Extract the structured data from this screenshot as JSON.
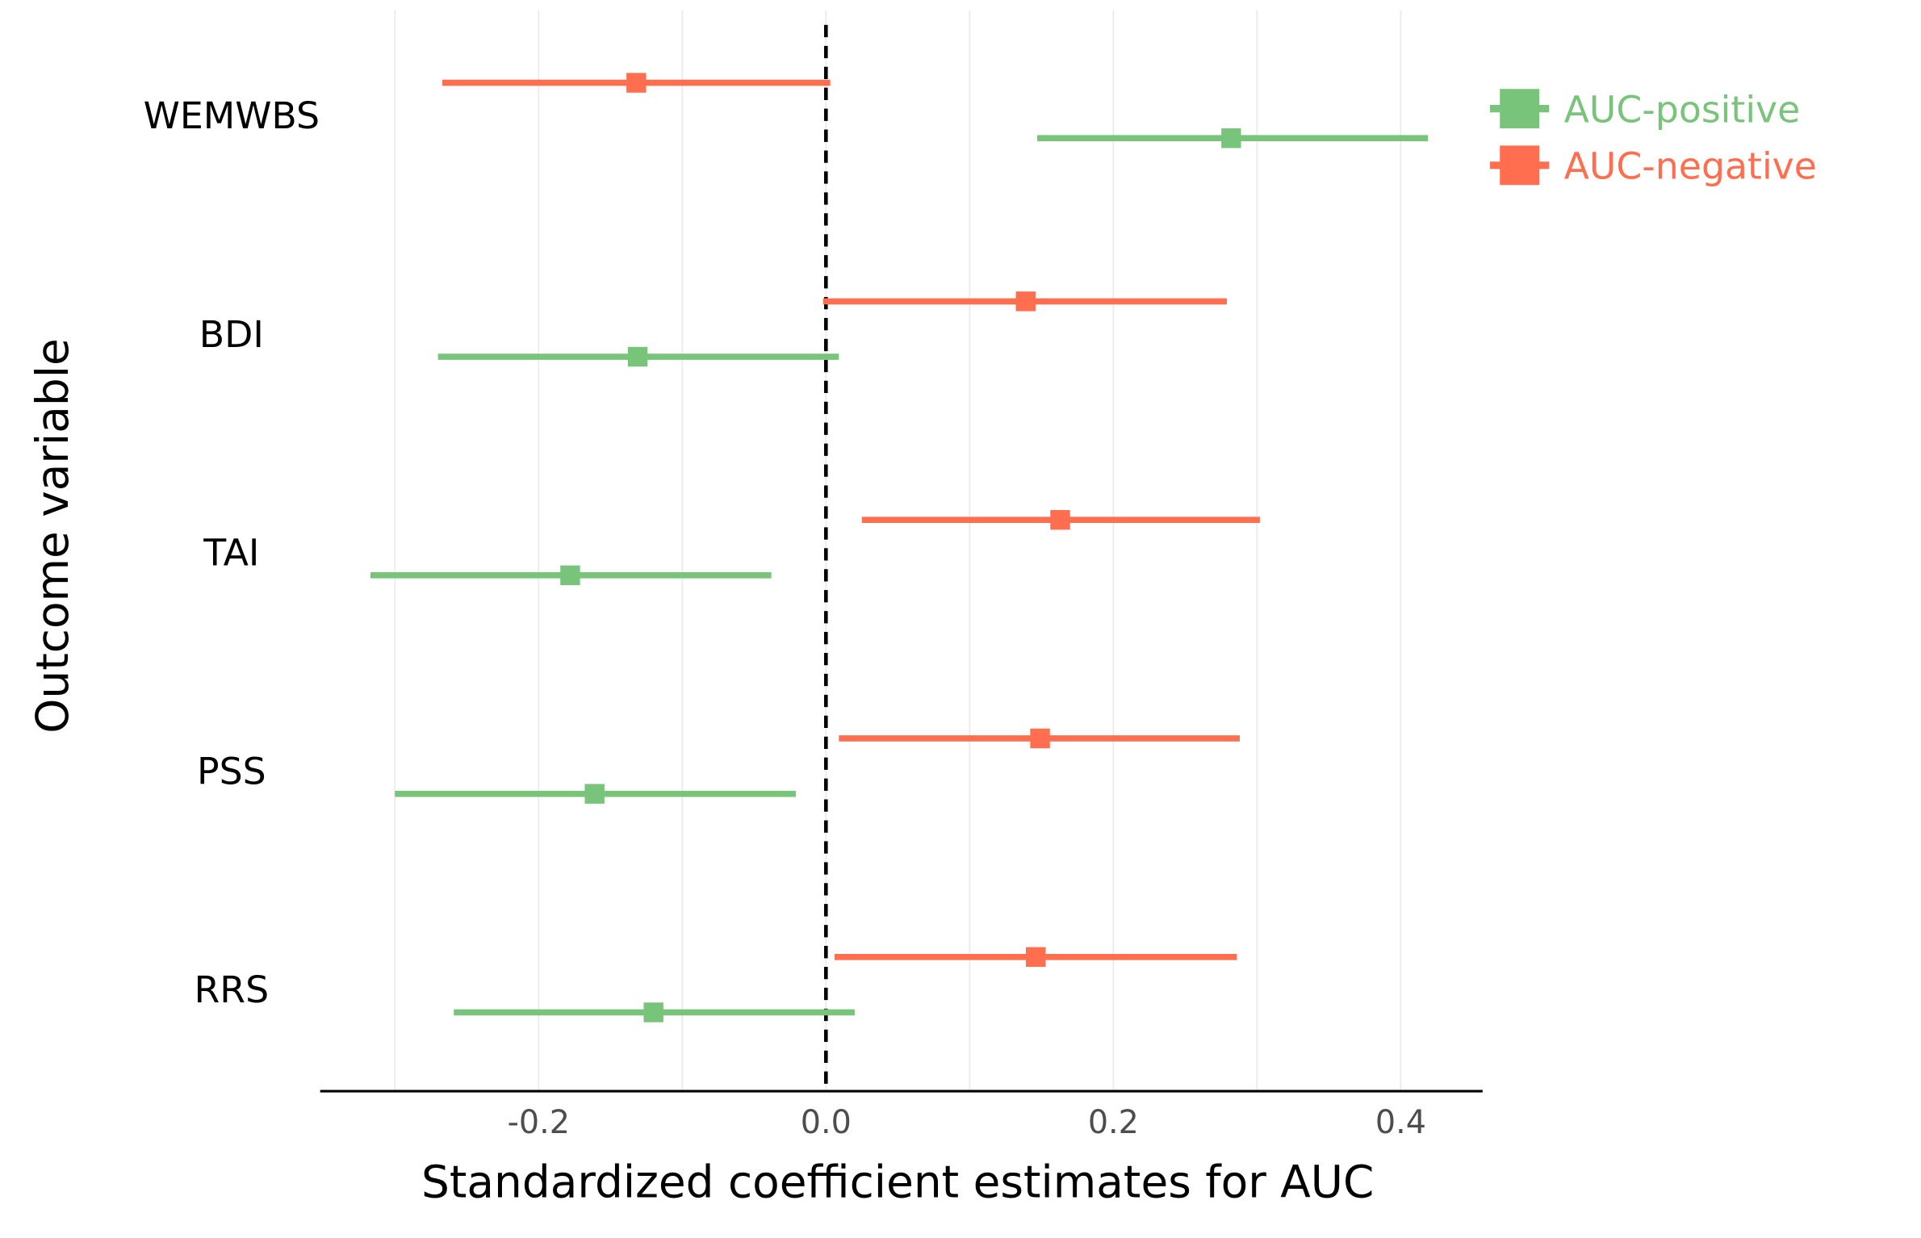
{
  "chart_data": {
    "type": "forest",
    "xlabel": "Standardized coefficient estimates for AUC",
    "ylabel": "Outcome variable",
    "xlim": [
      -0.352,
      0.457
    ],
    "xticks": [
      -0.2,
      0.0,
      0.2,
      0.4
    ],
    "xtick_labels": [
      "-0.2",
      "0.0",
      "0.2",
      "0.4"
    ],
    "gridlines": [
      -0.3,
      -0.2,
      -0.1,
      0.0,
      0.1,
      0.2,
      0.3,
      0.4
    ],
    "reference_line": 0.0,
    "legend_position": "top-right",
    "categories": [
      "WEMWBS",
      "BDI",
      "TAI",
      "PSS",
      "RRS"
    ],
    "series": [
      {
        "name": "AUC-positive",
        "color": "#78C47B",
        "estimate": [
          0.282,
          -0.131,
          -0.178,
          -0.161,
          -0.12
        ],
        "lower": [
          0.147,
          -0.27,
          -0.317,
          -0.3,
          -0.259
        ],
        "upper": [
          0.419,
          0.009,
          -0.038,
          -0.021,
          0.02
        ]
      },
      {
        "name": "AUC-negative",
        "color": "#FF6E4E",
        "estimate": [
          -0.132,
          0.139,
          0.163,
          0.149,
          0.146
        ],
        "lower": [
          -0.267,
          -0.002,
          0.025,
          0.009,
          0.006
        ],
        "upper": [
          0.003,
          0.279,
          0.302,
          0.288,
          0.286
        ]
      }
    ]
  }
}
